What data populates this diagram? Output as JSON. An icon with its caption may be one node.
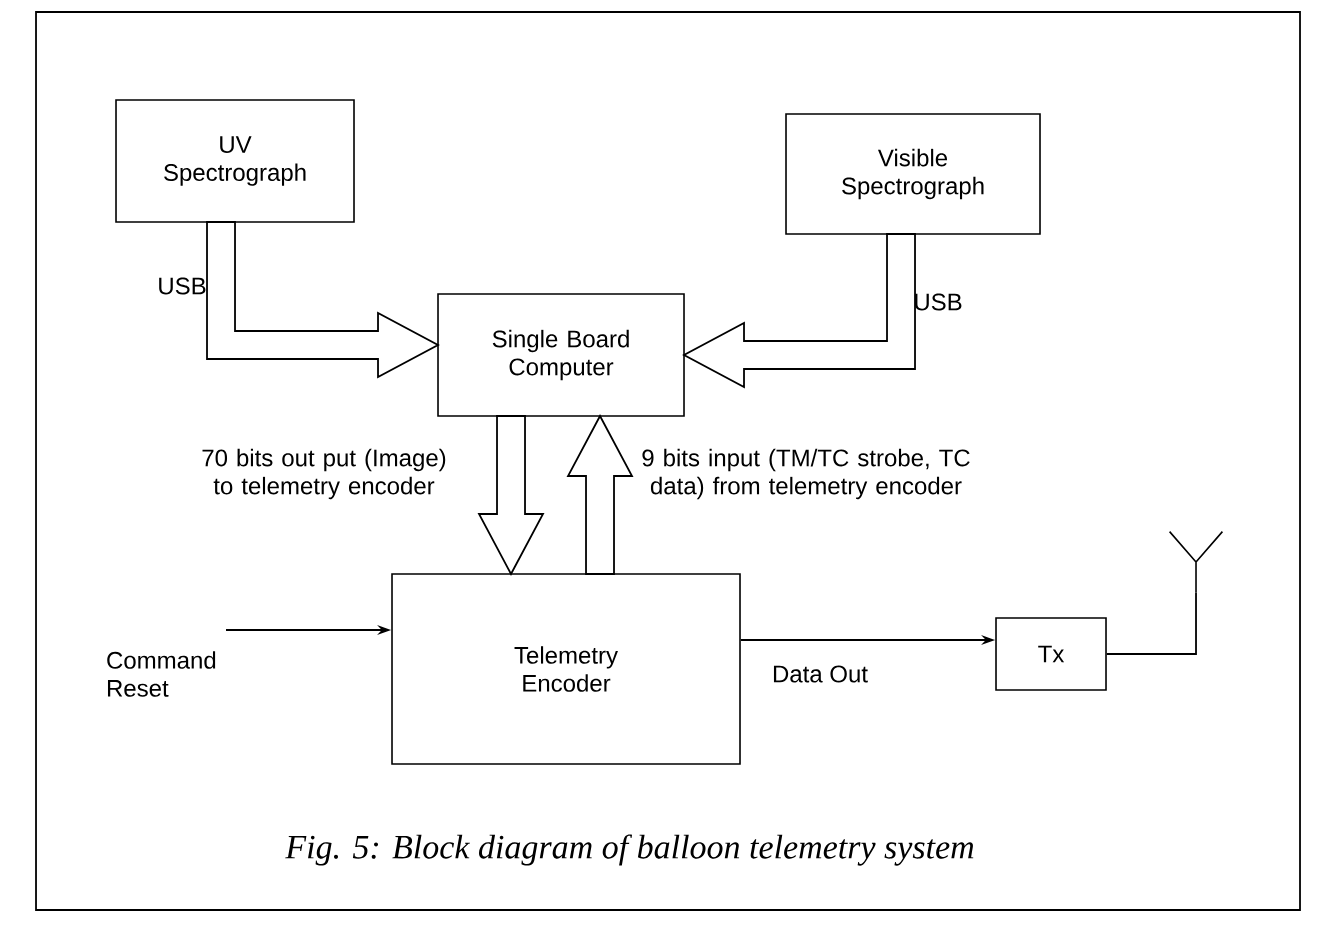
{
  "diagram": {
    "caption": "Fig. 5: Block diagram of balloon telemetry system",
    "nodes": [
      {
        "text": [
          "UV Spectrograph"
        ]
      },
      {
        "text": [
          "Visible Spectrograph"
        ]
      },
      {
        "text": [
          "Single Board Computer"
        ]
      },
      {
        "text": [
          "Telemetry Encoder"
        ]
      },
      {
        "text": [
          "Tx"
        ]
      },
      {
        "text": [],
        "shape": "antenna"
      }
    ],
    "edges": [
      {
        "from": 0,
        "to": 2,
        "arrow": "to",
        "style": "thick",
        "label": "USB"
      },
      {
        "from": 1,
        "to": 2,
        "arrow": "to",
        "style": "thick",
        "label": "USB"
      },
      {
        "from": 2,
        "to": 3,
        "arrow": "to",
        "style": "thick",
        "label": "70 bits out put (Image) to telemetry encoder"
      },
      {
        "from": 3,
        "to": 2,
        "arrow": "to",
        "style": "thick",
        "label": "9 bits input (TM/TC strobe, TC data) from telemetry encoder"
      },
      {
        "from": null,
        "to": 3,
        "arrow": "to",
        "label": "Command Reset"
      },
      {
        "from": 3,
        "to": 4,
        "arrow": "to",
        "label": "Data Out"
      },
      {
        "from": 4,
        "to": 5,
        "arrow": "none"
      }
    ]
  }
}
